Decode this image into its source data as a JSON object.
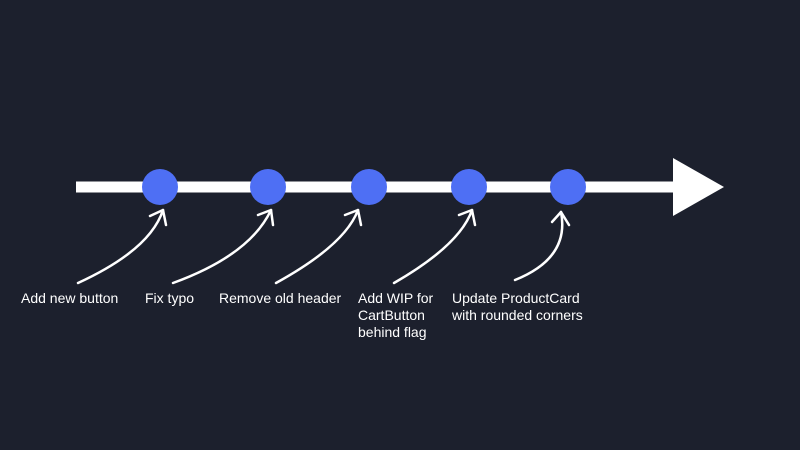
{
  "colors": {
    "background": "#1c202d",
    "line": "#ffffff",
    "dot": "#4e6ff4",
    "text": "#ffffff"
  },
  "timeline": {
    "events": [
      {
        "label_lines": [
          "Add new button"
        ]
      },
      {
        "label_lines": [
          "Fix typo"
        ]
      },
      {
        "label_lines": [
          "Remove old header"
        ]
      },
      {
        "label_lines": [
          "Add WIP for",
          "CartButton",
          "behind flag"
        ]
      },
      {
        "label_lines": [
          "Update ProductCard",
          "with rounded corners"
        ]
      }
    ]
  }
}
